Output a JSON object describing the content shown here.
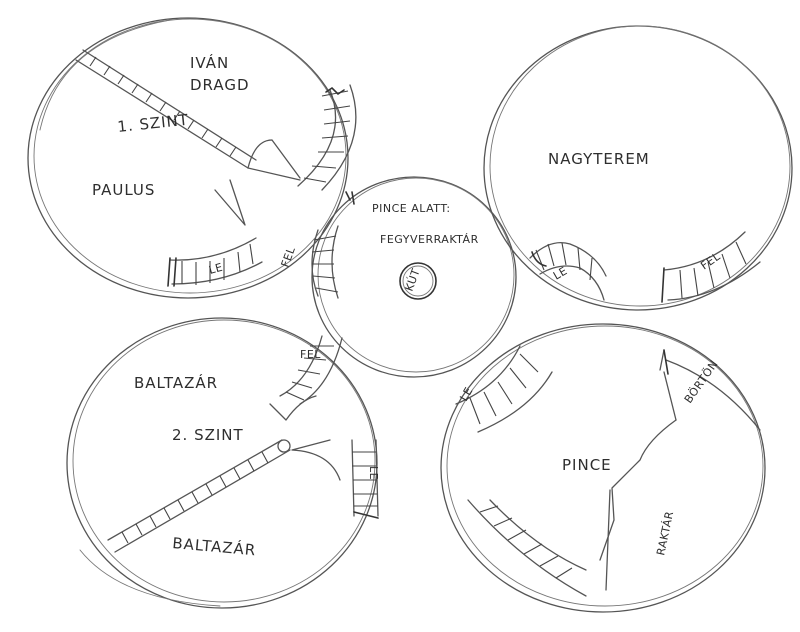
{
  "labels": {
    "ivan_dragd": [
      "IVÁN",
      "DRAGD"
    ],
    "level1": "1. SZINT",
    "paulus": "PAULUS",
    "nagyterem": "NAGYTEREM",
    "pince_alatt": "PINCE ALATT:",
    "fegyverraktar": "FEGYVERRAKTÁR",
    "kut": "KÚT",
    "baltazar_top": "BALTAZÁR",
    "level2": "2. SZINT",
    "baltazar_bottom": "BALTAZÁR",
    "pince": "PINCE",
    "raktar": "RAKTÁR",
    "borton": "BÖRTÖN",
    "fel": "FEL",
    "le": "LE"
  }
}
